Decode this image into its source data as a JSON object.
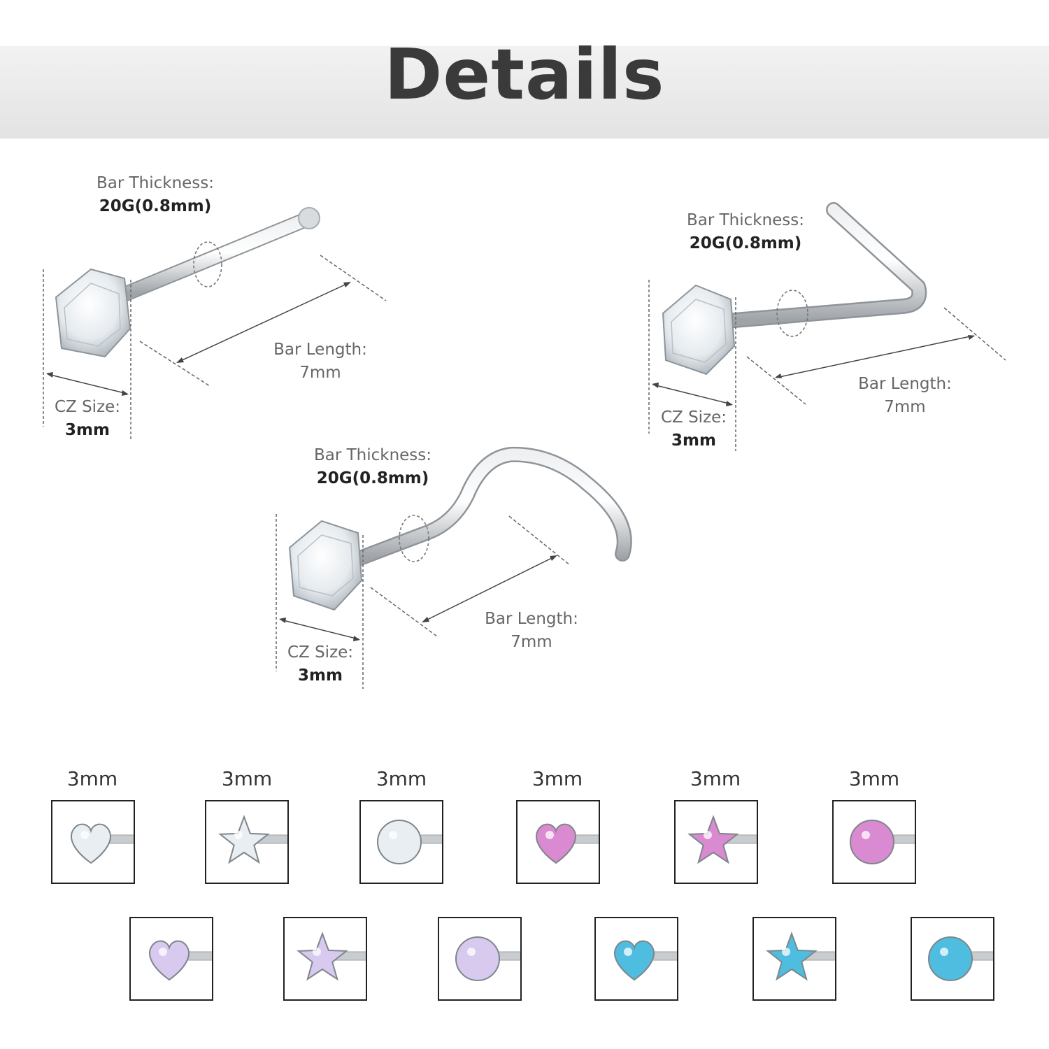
{
  "title": "Details",
  "colors": {
    "metal": "#c9cccf",
    "stone_clear": "#e8eef2",
    "stone_pink": "#d98ad0",
    "stone_ab": "#d8c9ef",
    "stone_aqua": "#4fbde0"
  },
  "pieces": [
    {
      "style": "straight-bone",
      "thickness_label": "Bar Thickness:",
      "thickness_value": "20G(0.8mm)",
      "length_label": "Bar Length:",
      "length_value": "7mm",
      "cz_label": "CZ Size:",
      "cz_value": "3mm"
    },
    {
      "style": "l-shape",
      "thickness_label": "Bar Thickness:",
      "thickness_value": "20G(0.8mm)",
      "length_label": "Bar Length:",
      "length_value": "7mm",
      "cz_label": "CZ Size:",
      "cz_value": "3mm"
    },
    {
      "style": "screw",
      "thickness_label": "Bar Thickness:",
      "thickness_value": "20G(0.8mm)",
      "length_label": "Bar Length:",
      "length_value": "7mm",
      "cz_label": "CZ Size:",
      "cz_value": "3mm"
    }
  ],
  "size_labels": [
    "3mm",
    "3mm",
    "3mm",
    "3mm",
    "3mm",
    "3mm"
  ],
  "swatches": [
    {
      "shape": "heart",
      "color": "clear"
    },
    {
      "shape": "star",
      "color": "clear"
    },
    {
      "shape": "round",
      "color": "clear"
    },
    {
      "shape": "heart",
      "color": "pink"
    },
    {
      "shape": "star",
      "color": "pink"
    },
    {
      "shape": "round",
      "color": "pink"
    },
    {
      "shape": "heart",
      "color": "ab"
    },
    {
      "shape": "star",
      "color": "ab"
    },
    {
      "shape": "round",
      "color": "ab"
    },
    {
      "shape": "heart",
      "color": "aqua"
    },
    {
      "shape": "star",
      "color": "aqua"
    },
    {
      "shape": "round",
      "color": "aqua"
    }
  ]
}
